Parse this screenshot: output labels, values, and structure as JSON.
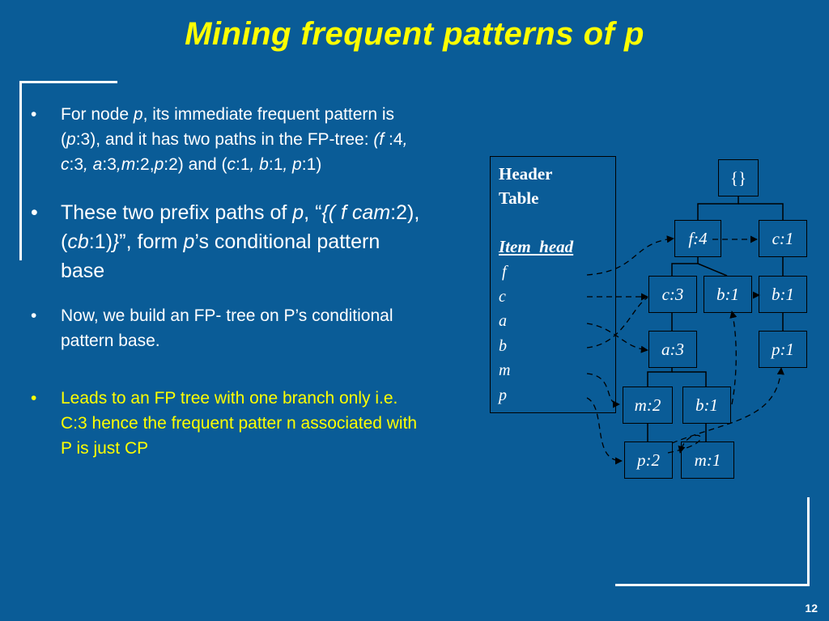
{
  "slide": {
    "title": "Mining frequent patterns of p",
    "page_number": "12",
    "colors": {
      "background": "#0a5c97",
      "title": "#ffff00",
      "text": "#ffffff",
      "highlight": "#ffff00"
    }
  },
  "bullets": [
    {
      "marker": "•",
      "segments": [
        {
          "t": "For node "
        },
        {
          "t": "p",
          "i": true
        },
        {
          "t": ", its immediate frequent pattern is ("
        },
        {
          "t": "p",
          "i": true
        },
        {
          "t": ":3), and it has two paths in the FP-tree: "
        },
        {
          "t": "(f ",
          "i": true
        },
        {
          "t": ":4"
        },
        {
          "t": ", c",
          "i": true
        },
        {
          "t": ":3"
        },
        {
          "t": ", a",
          "i": true
        },
        {
          "t": ":3"
        },
        {
          "t": ",m",
          "i": true
        },
        {
          "t": ":2,"
        },
        {
          "t": "p",
          "i": true
        },
        {
          "t": ":2) and ("
        },
        {
          "t": "c",
          "i": true
        },
        {
          "t": ":1"
        },
        {
          "t": ", b",
          "i": true
        },
        {
          "t": ":1"
        },
        {
          "t": ", p",
          "i": true
        },
        {
          "t": ":1)"
        }
      ]
    },
    {
      "marker": "•",
      "segments": [
        {
          "t": "These two prefix paths of "
        },
        {
          "t": "p",
          "i": true
        },
        {
          "t": ", “"
        },
        {
          "t": "{(",
          "i": true
        },
        {
          "t": " f cam",
          "i": true
        },
        {
          "t": ":2), ("
        },
        {
          "t": "cb",
          "i": true
        },
        {
          "t": ":1)"
        },
        {
          "t": "}",
          "i": true
        },
        {
          "t": "”, form "
        },
        {
          "t": "p",
          "i": true
        },
        {
          "t": "’s conditional pattern base"
        }
      ]
    },
    {
      "marker": "•",
      "segments": [
        {
          "t": "Now, we build an FP- tree on P’s conditional pattern base."
        }
      ]
    },
    {
      "marker": "•",
      "segments": [
        {
          "t": "Leads to an FP tree with one branch only i.e. C:3 hence the frequent patter n associated with P is just CP"
        }
      ]
    }
  ],
  "header_table": {
    "title_line1": "Header",
    "title_line2": "Table",
    "column_head": "Item  head",
    "items": [
      "f",
      "c",
      "a",
      "b",
      "m",
      "p"
    ]
  },
  "fp_tree": {
    "root": "{}",
    "nodes": {
      "f4": "f:4",
      "c1_top": "c:1",
      "c3": "c:3",
      "b1_mid": "b:1",
      "b1_right": "b:1",
      "a3": "a:3",
      "p1_right": "p:1",
      "m2": "m:2",
      "b1_low": "b:1",
      "p2": "p:2",
      "m1": "m:1"
    }
  }
}
